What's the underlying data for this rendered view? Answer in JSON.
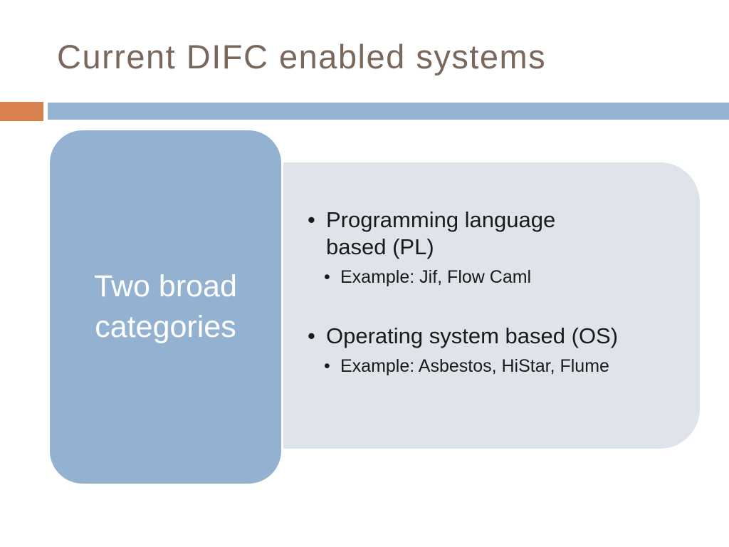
{
  "slide": {
    "title": "Current DIFC enabled systems"
  },
  "colors": {
    "title_text": "#7A685D",
    "accent_orange": "#D9814E",
    "accent_blue": "#95B3D2",
    "side_box_bg": "#93B2D2",
    "side_box_text": "#FFFFFF",
    "main_box_bg": "#DEE4EA",
    "body_text": "#1A1A1A"
  },
  "side_box": {
    "lines": [
      "Two broad",
      "categories"
    ]
  },
  "main_box": {
    "bullet_char": "•",
    "groups": [
      {
        "heading_lines": [
          "Programming language",
          "based (PL)"
        ],
        "sub": "Example: Jif, Flow Caml"
      },
      {
        "heading_lines": [
          "Operating system based (OS)"
        ],
        "sub": "Example: Asbestos, HiStar, Flume"
      }
    ]
  }
}
